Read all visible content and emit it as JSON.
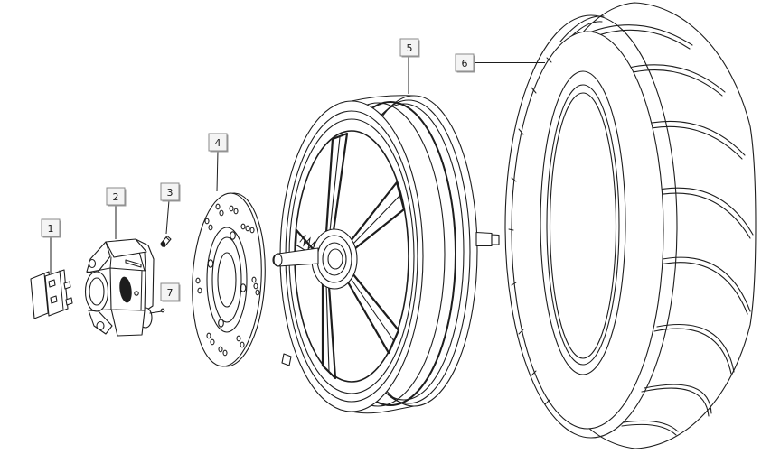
{
  "figure": {
    "background": "#ffffff",
    "line_color": "#1d1d1d"
  },
  "callout_style": {
    "box_fill": "#f4f4f4",
    "box_border": "#8a8a8a",
    "box_shadow": "#9b9b9b",
    "text_color": "#1a1a1a"
  },
  "callouts": [
    {
      "number": "1",
      "part": "brake-pads"
    },
    {
      "number": "2",
      "part": "brake-caliper"
    },
    {
      "number": "3",
      "part": "pad-pin"
    },
    {
      "number": "4",
      "part": "brake-disc"
    },
    {
      "number": "5",
      "part": "wheel-rim"
    },
    {
      "number": "6",
      "part": "tire"
    },
    {
      "number": "7",
      "part": "mounting-hardware"
    }
  ]
}
